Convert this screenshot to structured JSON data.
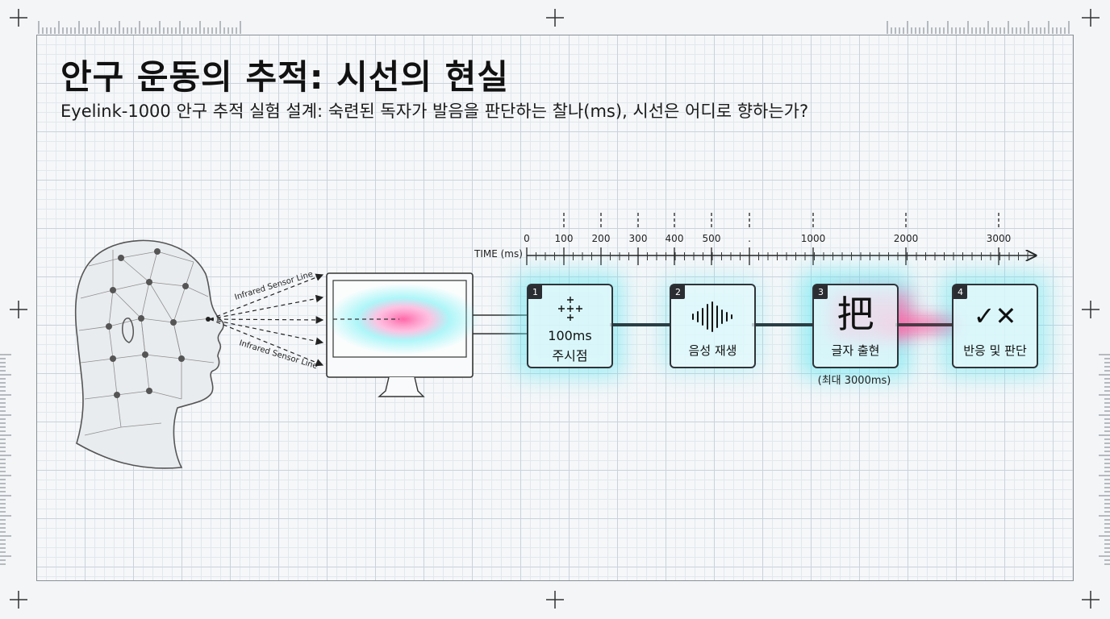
{
  "title": "안구 운동의 추적: 시선의 현실",
  "subtitle": "Eyelink-1000 안구 추적 실험 설계: 숙련된 독자가 발음을 판단하는 찰나(ms), 시선은 어디로 향하는가?",
  "sensor_labels": [
    "Infrared Sensor Line",
    "Infrared Sensor Line"
  ],
  "timeline": {
    "axis_label": "TIME (ms)",
    "ticks": [
      "0",
      "100",
      "200",
      "300",
      "400",
      "500",
      ".",
      "1000",
      "2000",
      "3000"
    ]
  },
  "stages": [
    {
      "number": "1",
      "label_line1": "100ms",
      "label_line2": "주시점",
      "icon": "fixation-cross-icon"
    },
    {
      "number": "2",
      "label_line1": "음성 재생",
      "icon": "sound-wave-icon"
    },
    {
      "number": "3",
      "glyph": "把",
      "label_line1": "글자 출현",
      "note": "(최대 3000ms)",
      "icon": "chinese-character-icon"
    },
    {
      "number": "4",
      "glyph": "✓✕",
      "label_line1": "반응 및 판단",
      "icon": "check-cross-icon"
    }
  ],
  "colors": {
    "glow_cyan": "#5fe6f0",
    "glow_pink": "#ff6fa8",
    "line_dark": "#2a3e44"
  }
}
